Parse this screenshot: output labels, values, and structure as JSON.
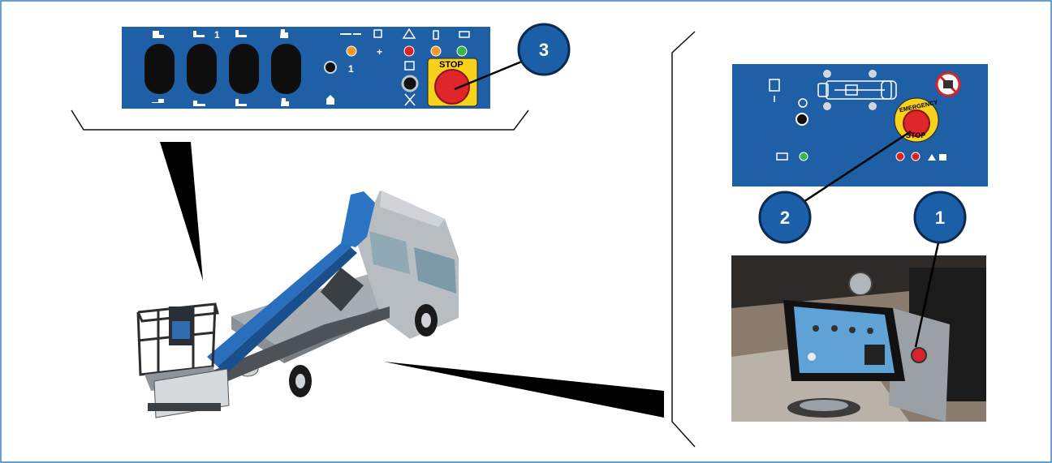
{
  "callouts": [
    {
      "number": "3"
    },
    {
      "number": "2"
    },
    {
      "number": "1"
    }
  ],
  "top_panel": {
    "stop_label": "STOP",
    "one_label": "1",
    "plus_label": "+",
    "knob_label": "1",
    "lights": [
      "#f39a2b",
      "#e02020",
      "#f39a2b",
      "#3bb54a"
    ]
  },
  "right_panel": {
    "emergency_label": "EMERGENCY",
    "stop_label": "STOP",
    "lights": [
      "#3bb54a",
      "#e02020",
      "#e02020"
    ]
  },
  "colors": {
    "panel_blue": "#1f5fa6",
    "callout_blue": "#1a5fa8",
    "frame_blue": "#3a7fc0",
    "stop_red": "#e0262b",
    "stop_yellow": "#f7d21c"
  }
}
